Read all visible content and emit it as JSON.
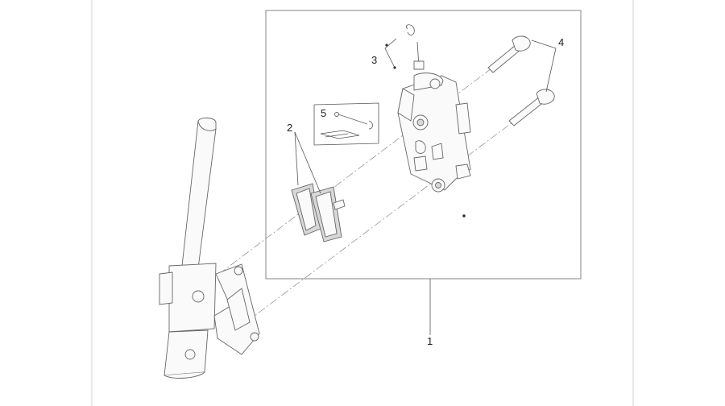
{
  "callouts": {
    "assembly": "1",
    "brake_pads": "2",
    "bleed_screw": "3",
    "mounting_bolts": "4",
    "pad_pin_kit": "5"
  },
  "colors": {
    "line": "#666666",
    "pad_fill": "#d8d8d8",
    "border": "#cccccc"
  }
}
